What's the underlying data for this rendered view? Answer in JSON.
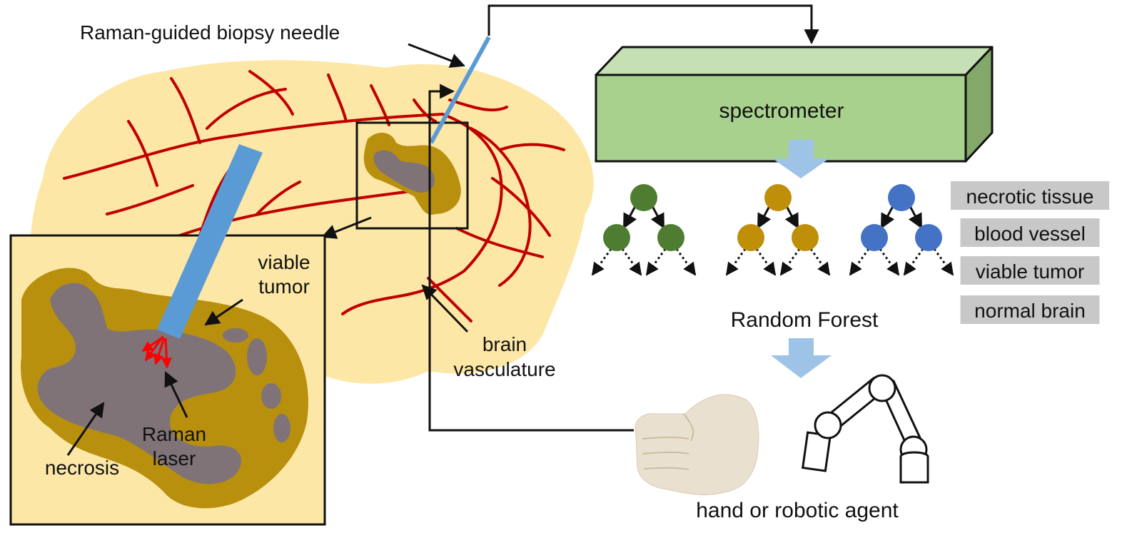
{
  "labels": {
    "needle": "Raman-guided biopsy needle",
    "spectrometer": "spectrometer",
    "random_forest": "Random Forest",
    "agent": "hand or robotic agent",
    "viable_tumor_line1": "viable",
    "viable_tumor_line2": "tumor",
    "brain_line1": "brain",
    "brain_line2": "vasculature",
    "raman_line1": "Raman",
    "raman_line2": "laser",
    "necrosis": "necrosis"
  },
  "classes": [
    "necrotic tissue",
    "blood vessel",
    "viable tumor",
    "normal brain"
  ],
  "trees": [
    {
      "color": "#4e7d32"
    },
    {
      "color": "#bf8f0a"
    },
    {
      "color": "#4472c4"
    }
  ],
  "colors": {
    "brain": "#fde7a6",
    "vessel": "#c00000",
    "tumor": "#b8900e",
    "necrosis": "#7f7377",
    "needle": "#5b9bd5",
    "spectrometer_front": "#a9d18e",
    "spectrometer_top": "#c5e0b4",
    "spectrometer_side": "#83a86a",
    "flow_arrow": "#9dc3e6",
    "class_box": "#c8c8c8",
    "laser": "#ff0000"
  },
  "icons": {
    "hand": "hand-icon",
    "robot": "robotic-arm-icon"
  }
}
